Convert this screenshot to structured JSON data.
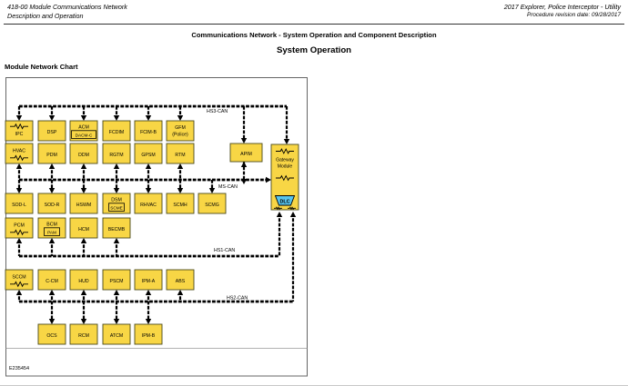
{
  "header": {
    "doc_section": "418-00 Module Communications Network",
    "doc_subsection": "Description and Operation",
    "vehicle": "2017 Explorer, Police Interceptor - Utility",
    "revision": "Procedure revision date: 09/28/2017",
    "page_subtitle": "Communications Network - System Operation and Component Description",
    "page_title": "System Operation",
    "chart_heading": "Module Network Chart"
  },
  "figure": {
    "id_label": "E235454",
    "buses": [
      {
        "id": "hs3",
        "label": "HS3-CAN"
      },
      {
        "id": "ms",
        "label": "MS-CAN"
      },
      {
        "id": "hs1",
        "label": "HS1-CAN"
      },
      {
        "id": "hs2",
        "label": "HS2-CAN"
      }
    ],
    "gateway": {
      "label": "Gateway",
      "label2": "Module",
      "dlc_label": "DLC"
    },
    "apim": {
      "label": "APIM"
    },
    "modules": [
      {
        "id": "IPC",
        "label": "IPC",
        "bus": "HS3-CAN",
        "row": 1,
        "col": 0,
        "resistor": "top"
      },
      {
        "id": "DSP",
        "label": "DSP",
        "bus": "HS3-CAN",
        "row": 1,
        "col": 1
      },
      {
        "id": "ACM",
        "label": "ACM",
        "sub": "DACM-C",
        "bus": "HS3-CAN",
        "row": 1,
        "col": 2
      },
      {
        "id": "FCDIM",
        "label": "FCDIM",
        "bus": "HS3-CAN",
        "row": 1,
        "col": 3
      },
      {
        "id": "FCIM-B",
        "label": "FCIM-B",
        "bus": "HS3-CAN",
        "row": 1,
        "col": 4
      },
      {
        "id": "GFM",
        "label": "GFM",
        "label2": "(Police)",
        "bus": "HS3-CAN",
        "row": 1,
        "col": 5
      },
      {
        "id": "HVAC",
        "label": "HVAC",
        "bus": "MS-CAN",
        "row": 2,
        "col": 0,
        "resistor": "bottom"
      },
      {
        "id": "PDM",
        "label": "PDM",
        "bus": "MS-CAN",
        "row": 2,
        "col": 1
      },
      {
        "id": "DDM",
        "label": "DDM",
        "bus": "MS-CAN",
        "row": 2,
        "col": 2
      },
      {
        "id": "RGTM",
        "label": "RGTM",
        "bus": "MS-CAN",
        "row": 2,
        "col": 3
      },
      {
        "id": "GPSM",
        "label": "GPSM",
        "bus": "MS-CAN",
        "row": 2,
        "col": 4
      },
      {
        "id": "RTM",
        "label": "RTM",
        "bus": "MS-CAN",
        "row": 2,
        "col": 5
      },
      {
        "id": "SOD-L",
        "label": "SOD-L",
        "bus": "MS-CAN",
        "row": 3,
        "col": 0
      },
      {
        "id": "SOD-R",
        "label": "SOD-R",
        "bus": "MS-CAN",
        "row": 3,
        "col": 1
      },
      {
        "id": "HSWM",
        "label": "HSWM",
        "bus": "MS-CAN",
        "row": 3,
        "col": 2
      },
      {
        "id": "DSM",
        "label": "DSM",
        "sub": "SCME",
        "bus": "MS-CAN",
        "row": 3,
        "col": 3
      },
      {
        "id": "RHVAC",
        "label": "RHVAC",
        "bus": "MS-CAN",
        "row": 3,
        "col": 4
      },
      {
        "id": "SCMH",
        "label": "SCMH",
        "bus": "MS-CAN",
        "row": 3,
        "col": 5
      },
      {
        "id": "SCMG",
        "label": "SCMG",
        "bus": "MS-CAN",
        "row": 3,
        "col": 6
      },
      {
        "id": "PCM",
        "label": "PCM",
        "bus": "HS1-CAN",
        "row": 4,
        "col": 0,
        "resistor": "bottom"
      },
      {
        "id": "BCM",
        "label": "BCM",
        "sub": "PAM",
        "bus": "HS1-CAN",
        "row": 4,
        "col": 1
      },
      {
        "id": "HCM",
        "label": "HCM",
        "bus": "HS1-CAN",
        "row": 4,
        "col": 2
      },
      {
        "id": "BECMB",
        "label": "BECMB",
        "bus": "HS1-CAN",
        "row": 4,
        "col": 3
      },
      {
        "id": "SCCM",
        "label": "SCCM",
        "bus": "HS2-CAN",
        "row": 5,
        "col": 0,
        "resistor": "bottom"
      },
      {
        "id": "C-CM",
        "label": "C-CM",
        "bus": "HS2-CAN",
        "row": 5,
        "col": 1
      },
      {
        "id": "HUD",
        "label": "HUD",
        "bus": "HS2-CAN",
        "row": 5,
        "col": 2
      },
      {
        "id": "PSCM",
        "label": "PSCM",
        "bus": "HS2-CAN",
        "row": 5,
        "col": 3
      },
      {
        "id": "IPM-A",
        "label": "IPM-A",
        "bus": "HS2-CAN",
        "row": 5,
        "col": 4
      },
      {
        "id": "ABS",
        "label": "ABS",
        "bus": "HS2-CAN",
        "row": 5,
        "col": 5
      },
      {
        "id": "OCS",
        "label": "OCS",
        "bus": "HS2-CAN",
        "row": 6,
        "col": 1
      },
      {
        "id": "RCM",
        "label": "RCM",
        "bus": "HS2-CAN",
        "row": 6,
        "col": 2
      },
      {
        "id": "ATCM",
        "label": "ATCM",
        "bus": "HS2-CAN",
        "row": 6,
        "col": 3
      },
      {
        "id": "IPM-B",
        "label": "IPM-B",
        "bus": "HS2-CAN",
        "row": 6,
        "col": 4
      }
    ],
    "colors": {
      "module_fill": "#F8D645",
      "module_border": "#4a4a1a",
      "dlc_fill": "#57C4EE",
      "bus": "#000000"
    }
  }
}
